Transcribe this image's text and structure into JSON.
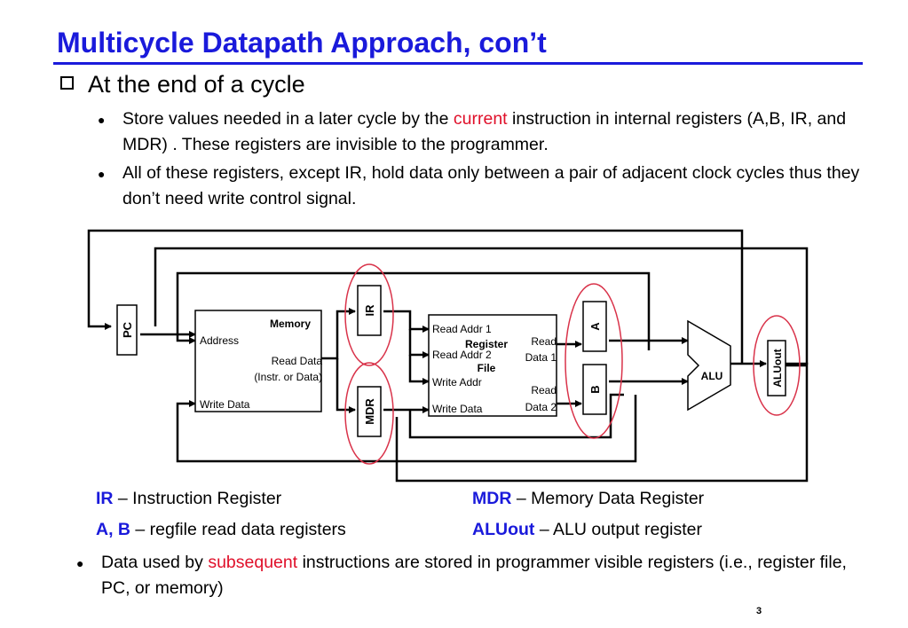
{
  "title": "Multicycle Datapath Approach, con’t",
  "heading": "At the end of a cycle",
  "bullets": [
    {
      "before": "Store values needed in a later cycle by the ",
      "highlight": "current",
      "after": " instruction in internal registers (A,B, IR, and MDR) . These registers are invisible to the programmer."
    },
    {
      "text": "All of these registers, except IR, hold data only between a pair of adjacent clock cycles thus they don’t need write control signal."
    }
  ],
  "diagram": {
    "pc": "PC",
    "ir": "IR",
    "mdr": "MDR",
    "a": "A",
    "b": "B",
    "aluout": "ALUout",
    "alu": "ALU",
    "memory": {
      "title": "Memory",
      "address": "Address",
      "read_data_1": "Read Data",
      "read_data_2": "(Instr. or Data)",
      "write_data": "Write Data"
    },
    "regfile": {
      "title_1": "Register",
      "title_2": "File",
      "read_addr_1": "Read Addr 1",
      "read_addr_2": "Read Addr 2",
      "write_addr": "Write Addr",
      "write_data": "Write Data",
      "read_data_1a": "Read",
      "read_data_1b": "Data 1",
      "read_data_2a": "Read",
      "read_data_2b": "Data 2"
    }
  },
  "legend": {
    "ir_abbr": "IR",
    "ir_desc": " – Instruction Register",
    "mdr_abbr": "MDR",
    "mdr_desc": " – Memory Data Register",
    "ab_abbr": "A, B",
    "ab_desc": " – regfile read data registers",
    "aluout_abbr": "ALUout",
    "aluout_desc": " – ALU output register"
  },
  "bottom_bullet": {
    "before": "Data used by ",
    "highlight": "subsequent",
    "after": " instructions are stored in programmer visible registers (i.e., register file, PC, or memory)"
  },
  "page_number": "3",
  "colors": {
    "title_blue": "#1a1adb",
    "highlight_red": "#e0102a",
    "circle_red": "#d9334a"
  }
}
